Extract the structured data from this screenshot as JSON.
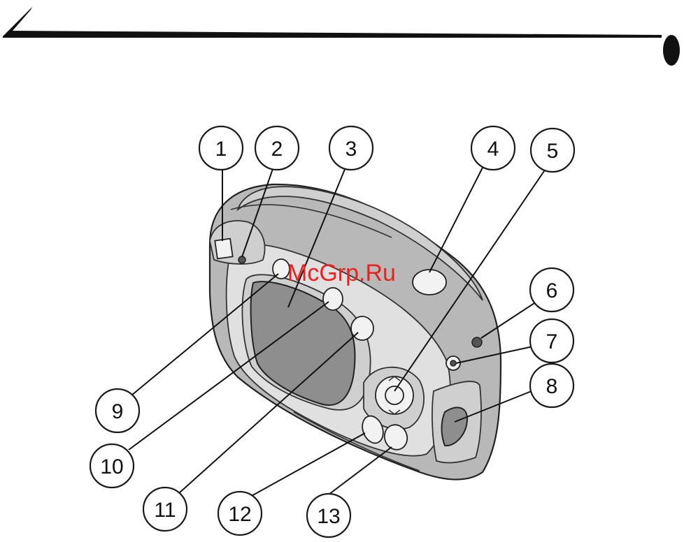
{
  "watermark": "McGrp.Ru",
  "callouts": [
    {
      "label": "1"
    },
    {
      "label": "2"
    },
    {
      "label": "3"
    },
    {
      "label": "4"
    },
    {
      "label": "5"
    },
    {
      "label": "6"
    },
    {
      "label": "7"
    },
    {
      "label": "8"
    },
    {
      "label": "9"
    },
    {
      "label": "10"
    },
    {
      "label": "11"
    },
    {
      "label": "12"
    },
    {
      "label": "13"
    }
  ],
  "colors": {
    "watermark": "#e8231f",
    "outline": "#1a1a1a",
    "body": "#b8b8b8",
    "screen": "#8e8e8e"
  }
}
